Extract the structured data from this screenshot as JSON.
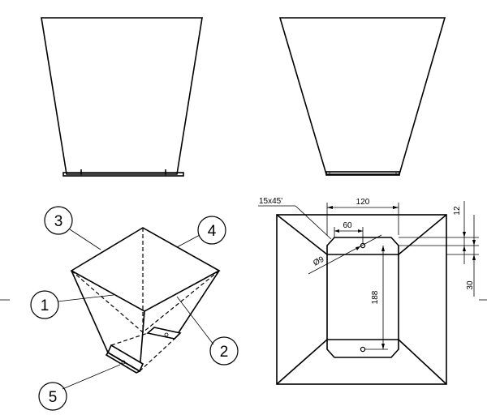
{
  "balloons": {
    "b1": "1",
    "b2": "2",
    "b3": "3",
    "b4": "4",
    "b5": "5"
  },
  "dimensions": {
    "chamfer": "15x45'",
    "top_width": "120",
    "slot_width": "60",
    "hole_diameter": "Ø9",
    "slot_length": "188",
    "offset_small": "12",
    "offset_large": "30"
  },
  "colors": {
    "line": "#000000",
    "background": "#ffffff"
  }
}
